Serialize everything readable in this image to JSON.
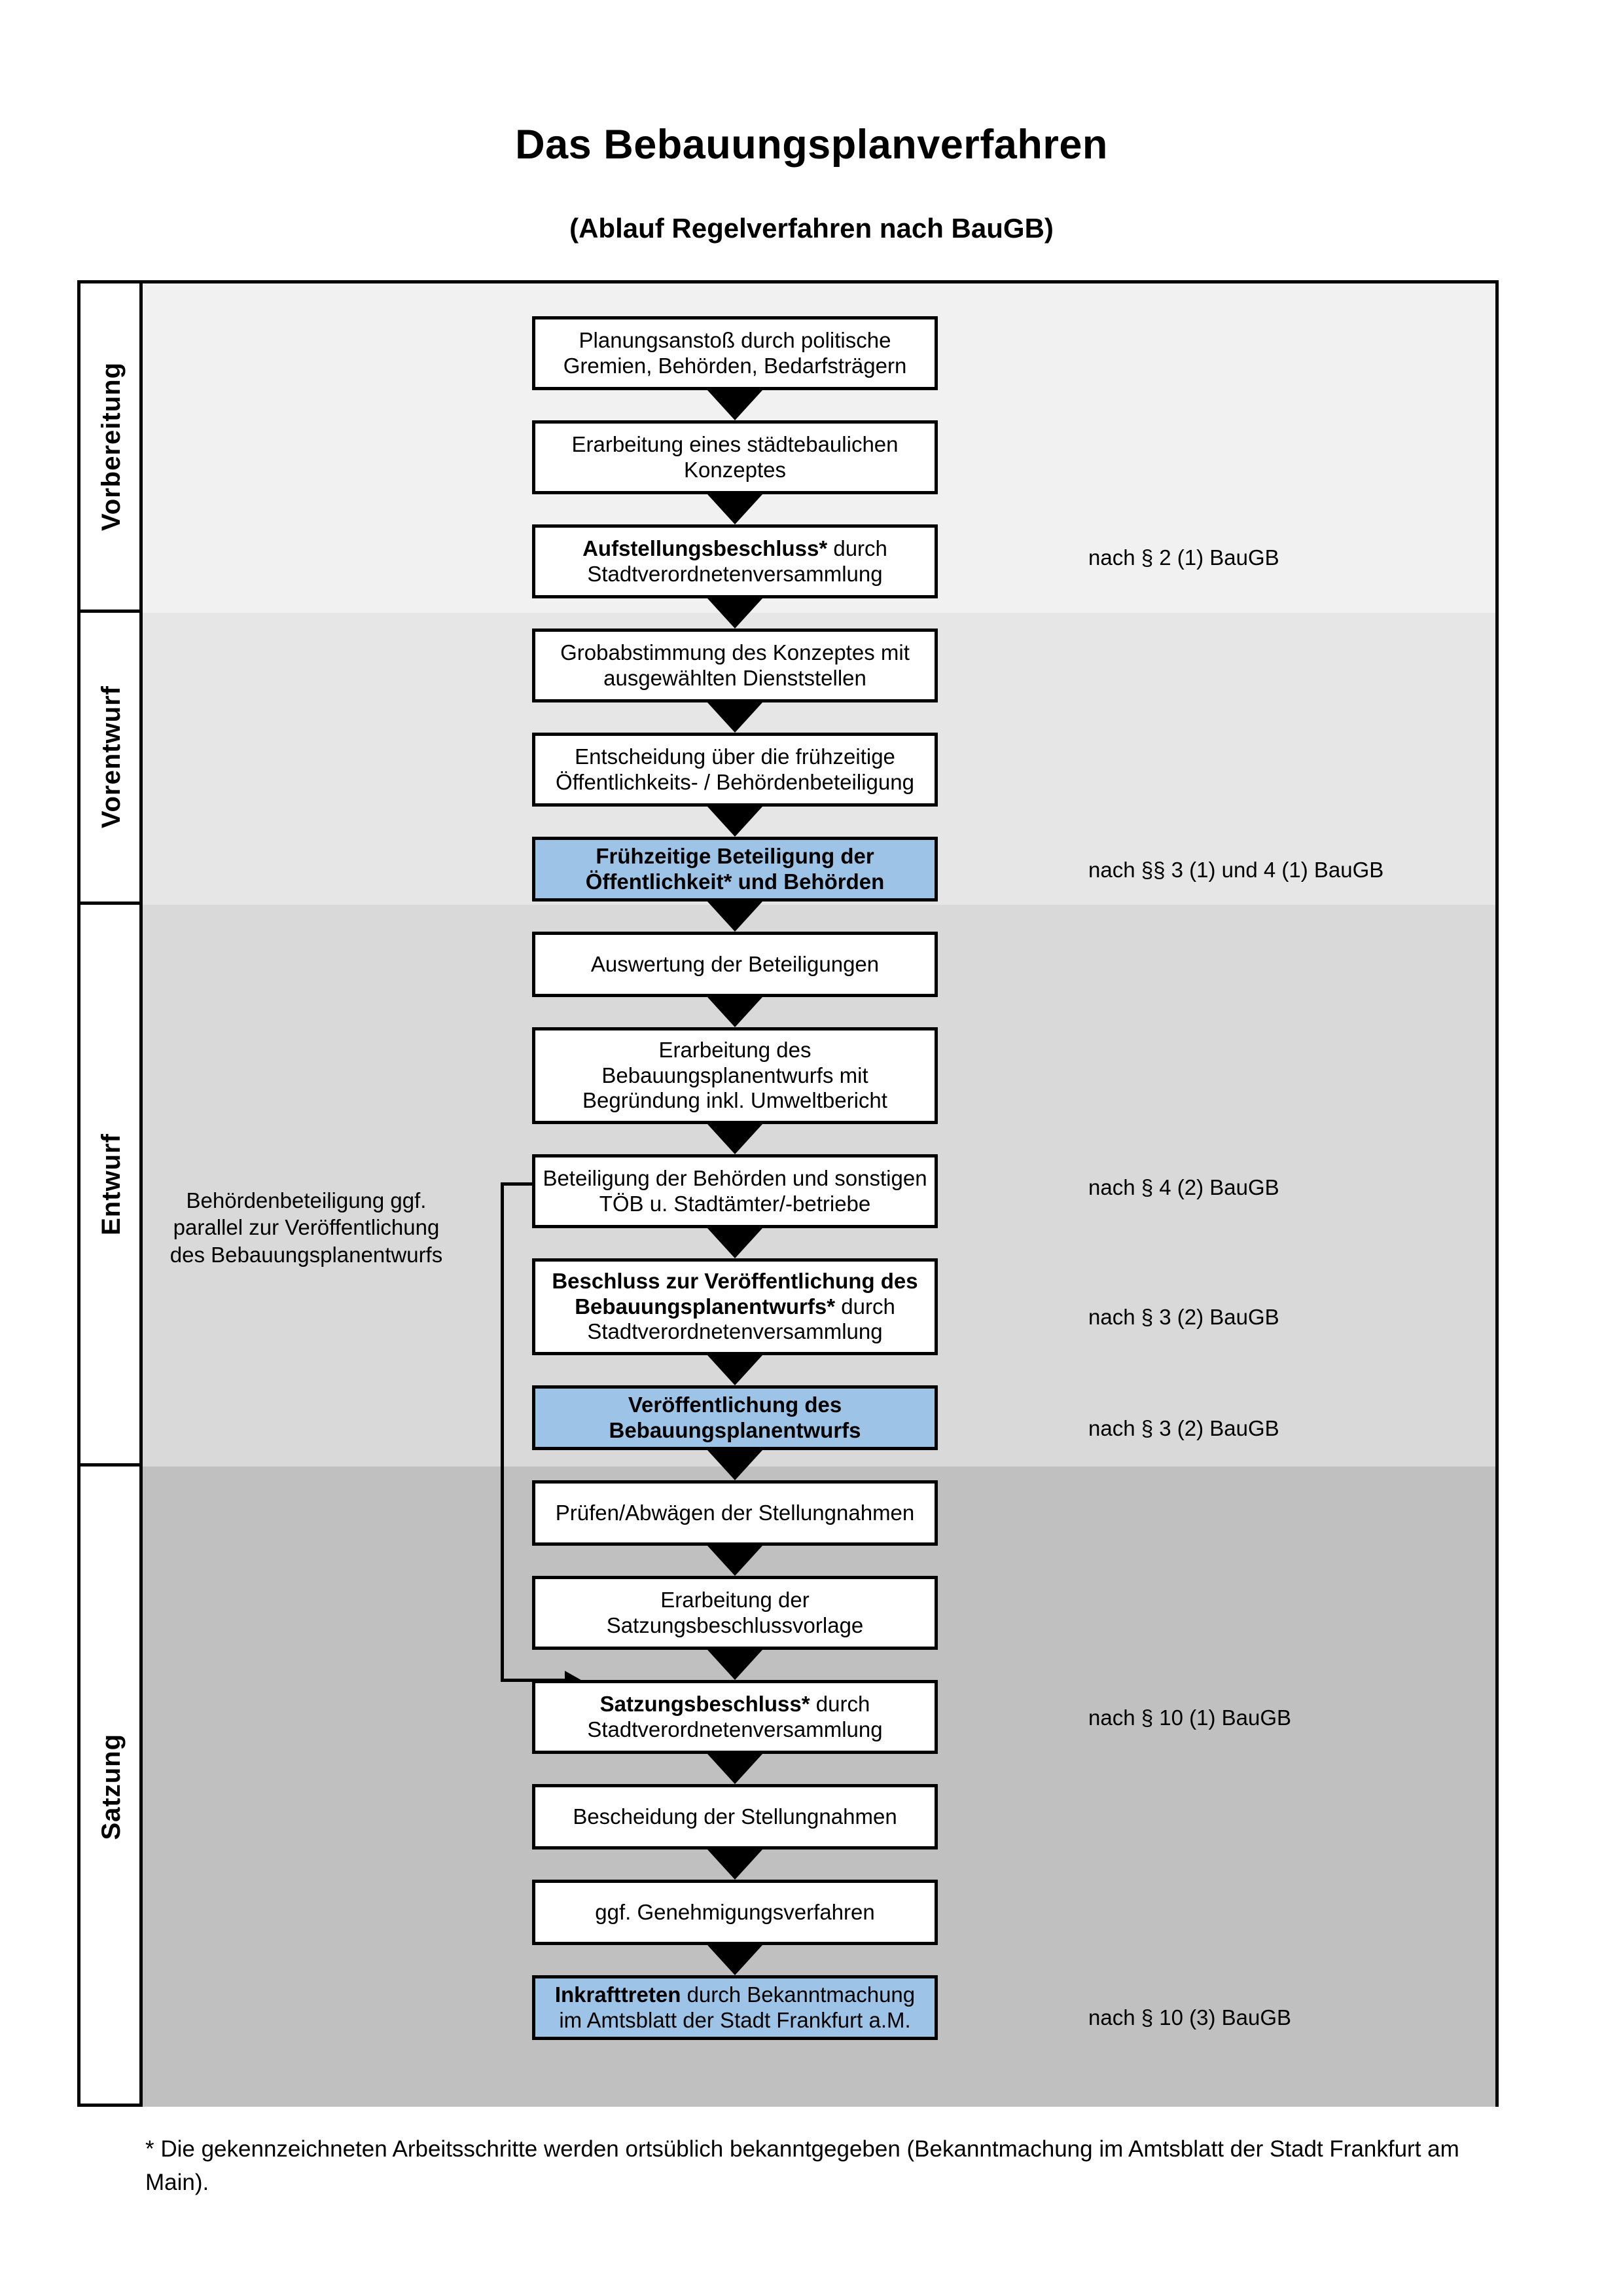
{
  "header": {
    "title": "Das Bebauungsplanverfahren",
    "subtitle": "(Ablauf Regelverfahren nach BauGB)"
  },
  "colors": {
    "highlight_blue": "#9dc3e6",
    "band_vorbereitung": "#f1f1f1",
    "band_vorentwurf": "#e6e6e6",
    "band_entwurf": "#d9d9d9",
    "band_satzung": "#c0c0c0",
    "outline": "#000000"
  },
  "phases": [
    {
      "label": "Vorbereitung"
    },
    {
      "label": "Vorentwurf"
    },
    {
      "label": "Entwurf"
    },
    {
      "label": "Satzung"
    }
  ],
  "steps": [
    {
      "id": "planungsanstoss",
      "phase": "Vorbereitung",
      "bold": "",
      "text": "Planungsanstoß durch politische Gremien, Behörden, Bedarfsträgern",
      "highlight": false
    },
    {
      "id": "konzept",
      "phase": "Vorbereitung",
      "bold": "",
      "text": "Erarbeitung eines städtebaulichen Konzeptes",
      "highlight": false
    },
    {
      "id": "aufstellungsbeschluss",
      "phase": "Vorbereitung",
      "bold": "Aufstellungsbeschluss*",
      "text": " durch Stadtverordnetenversammlung",
      "highlight": false
    },
    {
      "id": "grobabstimmung",
      "phase": "Vorentwurf",
      "bold": "",
      "text": "Grobabstimmung des Konzeptes mit ausgewählten Dienststellen",
      "highlight": false
    },
    {
      "id": "entscheidung",
      "phase": "Vorentwurf",
      "bold": "",
      "text": "Entscheidung über die frühzeitige Öffentlichkeits- / Behördenbeteiligung",
      "highlight": false
    },
    {
      "id": "fruehzeitige-beteiligung",
      "phase": "Vorentwurf",
      "bold": "Frühzeitige Beteiligung der Öffentlichkeit* und Behörden",
      "text": "",
      "highlight": true
    },
    {
      "id": "auswertung",
      "phase": "Entwurf",
      "bold": "",
      "text": "Auswertung der Beteiligungen",
      "highlight": false
    },
    {
      "id": "erarbeitung-entwurf",
      "phase": "Entwurf",
      "bold": "",
      "text": "Erarbeitung des Bebauungsplanentwurfs mit Begründung inkl. Umweltbericht",
      "highlight": false
    },
    {
      "id": "beteiligung-behoerden",
      "phase": "Entwurf",
      "bold": "",
      "text": "Beteiligung der Behörden und sonstigen TÖB u. Stadtämter/-betriebe",
      "highlight": false
    },
    {
      "id": "beschluss-veroeffentlichung",
      "phase": "Entwurf",
      "bold": "Beschluss zur Veröffentlichung des Bebauungsplanentwurfs*",
      "text": " durch Stadtverordnetenversammlung",
      "highlight": false
    },
    {
      "id": "veroeffentlichung",
      "phase": "Entwurf",
      "bold": "Veröffentlichung des Bebauungsplanentwurfs",
      "text": "",
      "highlight": true
    },
    {
      "id": "pruefen-abwaegen",
      "phase": "Satzung",
      "bold": "",
      "text": "Prüfen/Abwägen der Stellungnahmen",
      "highlight": false
    },
    {
      "id": "satzungsbeschlussvorlage",
      "phase": "Satzung",
      "bold": "",
      "text": "Erarbeitung der Satzungsbeschlussvorlage",
      "highlight": false
    },
    {
      "id": "satzungsbeschluss",
      "phase": "Satzung",
      "bold": "Satzungsbeschluss*",
      "text": " durch Stadtverordnetenversammlung",
      "highlight": false
    },
    {
      "id": "bescheidung",
      "phase": "Satzung",
      "bold": "",
      "text": "Bescheidung der Stellungnahmen",
      "highlight": false
    },
    {
      "id": "genehmigungsverfahren",
      "phase": "Satzung",
      "bold": "",
      "text": "ggf. Genehmigungsverfahren",
      "highlight": false
    },
    {
      "id": "inkrafttreten",
      "phase": "Satzung",
      "bold": "Inkrafttreten",
      "text": " durch Bekanntmachung im Amtsblatt der Stadt Frankfurt a.M.",
      "highlight": true
    }
  ],
  "legal_refs": [
    {
      "for": "aufstellungsbeschluss",
      "text": "nach § 2 (1) BauGB"
    },
    {
      "for": "fruehzeitige-beteiligung",
      "text": "nach §§ 3 (1) und 4 (1) BauGB"
    },
    {
      "for": "beteiligung-behoerden",
      "text": "nach § 4 (2) BauGB"
    },
    {
      "for": "beschluss-veroeffentlichung",
      "text": "nach § 3 (2) BauGB"
    },
    {
      "for": "veroeffentlichung",
      "text": "nach § 3 (2) BauGB"
    },
    {
      "for": "satzungsbeschluss",
      "text": "nach § 10 (1) BauGB"
    },
    {
      "for": "inkrafttreten",
      "text": "nach § 10 (3) BauGB"
    }
  ],
  "side_note": {
    "text": "Behördenbeteiligung ggf. parallel zur Veröffentlichung des Bebauungsplanentwurfs"
  },
  "footnote": {
    "text": "* Die gekennzeichneten Arbeitsschritte werden ortsüblich bekanntgegeben (Bekanntmachung im Amtsblatt  der Stadt Frankfurt am Main)."
  }
}
